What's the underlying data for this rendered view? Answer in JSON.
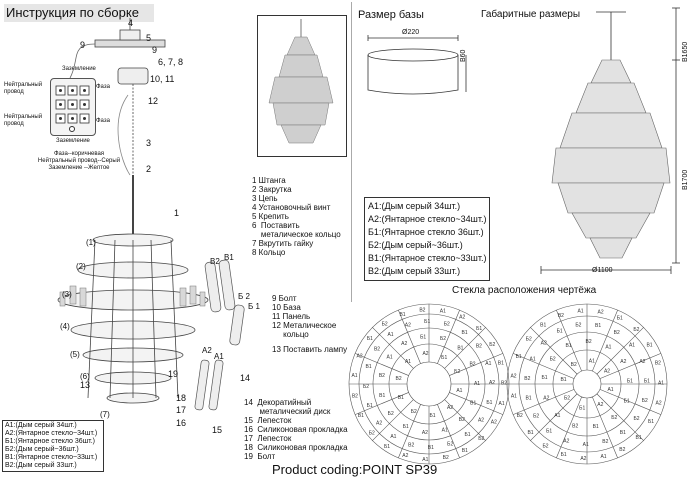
{
  "headings": {
    "assembly": "Инструкция по сборке",
    "base_size": "Размер базы",
    "dimensions": "Габаритные размеры",
    "glass_layout": "Стекла расположения чертёжа"
  },
  "footer": {
    "product_code": "Product coding:POINT SP39"
  },
  "dimensions": {
    "base_diameter": "Ø220",
    "base_height": "B60",
    "total_height_max": "B1650",
    "total_height_body": "B1700",
    "chandelier_diameter": "Ø1100"
  },
  "wiring": {
    "grounding_top": "Заземление",
    "neutral_top": "Нейтральный провод",
    "phase_top": "Фаза",
    "neutral_bottom": "Нейтральный провод",
    "phase_bottom": "Фаза",
    "grounding_bottom": "Заземление",
    "legend": [
      "Фаза--коричневая",
      "Нейтральный провод--Серый",
      "Заземление --Желтое"
    ]
  },
  "parts_list_1": [
    "1  Штанга",
    "2  Закрутка",
    "3  Цепь",
    "4  Установочный винт",
    "5  Крепить",
    "6  Поставить",
    "    металическое кольцо",
    "7  Вкрутить гайку",
    "8  Кольцо"
  ],
  "parts_list_2": [
    "9  Болт",
    "10 База",
    "11 Панель",
    "12 Металическое",
    "     кольцо",
    "13 Поставить лампу"
  ],
  "parts_list_3": [
    "14  Декоратийный",
    "       металический диск",
    "15  Лепесток",
    "16  Силиконовая прокладка",
    "17  Лепесток",
    "18  Силиконовая прокладка",
    "19  Болт"
  ],
  "glass_legend": [
    "A1:(Дым серый 34шт.)",
    "A2:(Янтарное стекло~34шт.)",
    "Б1:(Янтарное стекло 36шт.)",
    "Б2:(Дым серый~36шт.)",
    "B1:(Янтарное стекло~33шт.)",
    "B2:(Дым серый 33шт.)"
  ],
  "glass_legend_small": [
    "A1:(Дым серый 34шт.)",
    "A2:(Янтарное стекло~34шт.)",
    "Б1:(Янтарное стекло 36шт.)",
    "Б2:(Дым серый~36шт.)",
    "B1:(Янтарное стекло~33шт.)",
    "B2:(Дым серый 33шт.)"
  ],
  "callouts": {
    "n1": "1",
    "n2": "2",
    "n3": "3",
    "n4": "4",
    "n5": "5",
    "n678": "6, 7, 8",
    "n9": "9",
    "n1011": "10, 11",
    "n12": "12",
    "n13": "13",
    "n14": "14",
    "n15": "15",
    "n16": "16",
    "n17": "17",
    "n18": "18",
    "n19": "19",
    "tier1": "(1)",
    "tier2": "(2)",
    "tier3": "(3)",
    "tier4": "(4)",
    "tier5": "(5)",
    "tier6": "(6)",
    "tier7": "(7)",
    "glass_b2": "B2",
    "glass_b1": "B1",
    "glass_b_2": "Б 2",
    "glass_b_1": "Б 1",
    "glass_a2": "A2",
    "glass_a1": "A1"
  },
  "ring_codes": [
    "A1",
    "A2",
    "Б1",
    "Б2",
    "B1",
    "B2"
  ]
}
